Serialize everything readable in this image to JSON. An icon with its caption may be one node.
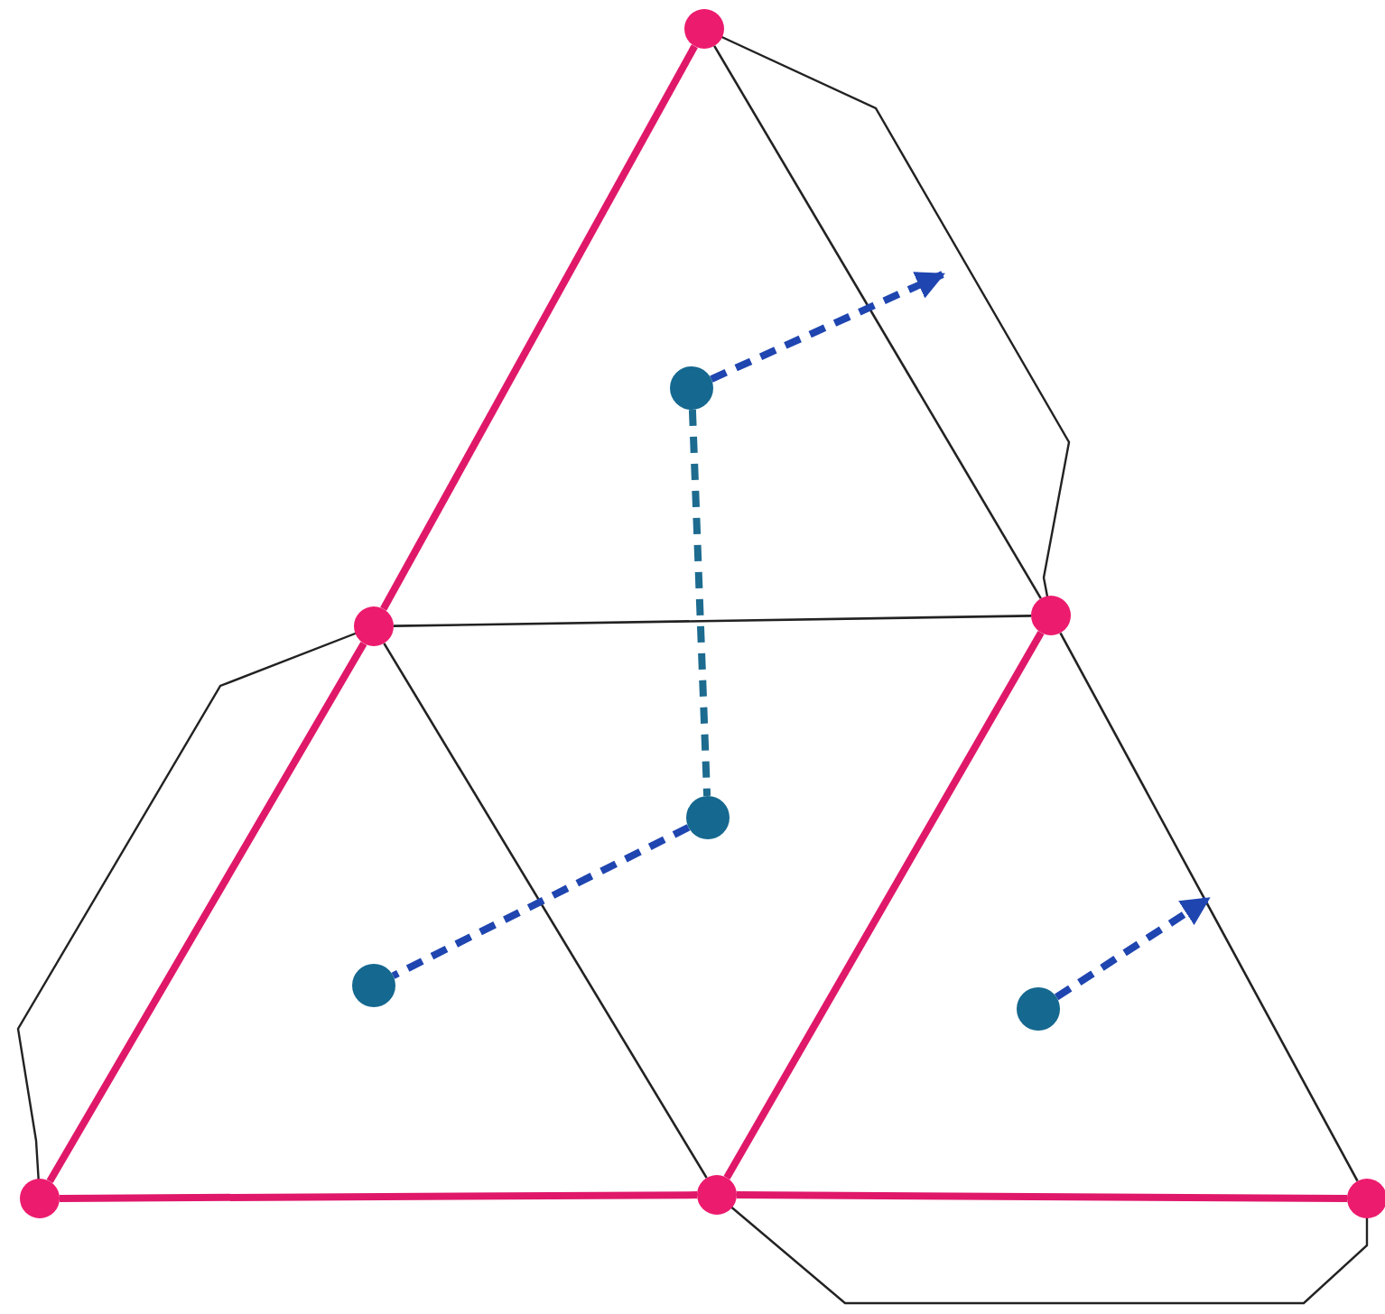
{
  "diagram": {
    "nodes": [
      {
        "text": [],
        "shape": "circle"
      },
      {
        "text": [],
        "shape": "circle"
      },
      {
        "text": [],
        "shape": "circle"
      },
      {
        "text": [],
        "shape": "circle"
      },
      {
        "text": [],
        "shape": "circle"
      },
      {
        "text": [],
        "shape": "circle"
      },
      {
        "text": [],
        "shape": "circle"
      },
      {
        "text": [],
        "shape": "circle"
      },
      {
        "text": [],
        "shape": "circle"
      },
      {
        "text": [],
        "shape": "circle"
      }
    ],
    "edges": [
      {
        "from": 0,
        "to": 2,
        "arrow": "none"
      },
      {
        "from": 2,
        "to": 7,
        "arrow": "none"
      },
      {
        "from": 7,
        "to": 8,
        "arrow": "none"
      },
      {
        "from": 8,
        "to": 9,
        "arrow": "none"
      },
      {
        "from": 8,
        "to": 3,
        "arrow": "none"
      },
      {
        "from": 0,
        "to": 3,
        "arrow": "none",
        "color": "#222222"
      },
      {
        "from": 2,
        "to": 3,
        "arrow": "none",
        "color": "#222222"
      },
      {
        "from": 2,
        "to": 8,
        "arrow": "none",
        "color": "#222222"
      },
      {
        "from": 3,
        "to": 9,
        "arrow": "none",
        "color": "#222222"
      },
      {
        "from": 1,
        "to": 4,
        "arrow": "none",
        "style": "dashed",
        "color": "#1d6b8f"
      },
      {
        "from": 4,
        "to": 5,
        "arrow": "none",
        "style": "dashed",
        "color": "#1f45b0"
      },
      {
        "from": 1,
        "to": null,
        "arrow": "to",
        "style": "dashed",
        "color": "#1f45b0"
      },
      {
        "from": 6,
        "to": null,
        "arrow": "to",
        "style": "dashed",
        "color": "#1f45b0"
      }
    ]
  }
}
